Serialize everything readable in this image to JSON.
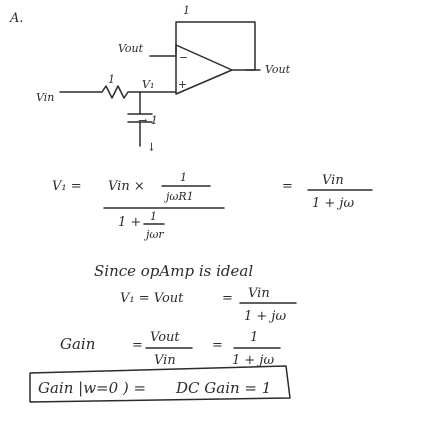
{
  "header": {
    "problem_letter": "A."
  },
  "circuit": {
    "top_number": "1",
    "label_vout_left": "Vout",
    "label_vout_right": "Vout",
    "label_one": "1",
    "label_v1": "V₁",
    "label_vin": "Vin",
    "label_cap": "→ 1",
    "label_ground": "→",
    "minus_sign": "−",
    "plus_sign": "+",
    "colors": {
      "ink": "#2d2a30",
      "accent": "#e53935"
    }
  },
  "derivation": {
    "l1_lhs": "V₁ =",
    "l1_vin_x": "Vin ×",
    "l1_num": "1",
    "l1_den": "jωR1",
    "l1_cont_a": "1 +",
    "l1_cont_num": "1",
    "l1_cont_den": "jωr",
    "l1_eq": "=",
    "l1_rhs_num": "Vin",
    "l1_rhs_den": "1 + jω",
    "l2_text": "Since  opAmp  is  ideal",
    "l3_lhs": "V₁ = Vout",
    "l3_eq": "=",
    "l3_num": "Vin",
    "l3_den": "1 + jω",
    "l4_gain": "Gain",
    "l4_eq1": "=",
    "l4_frac1_num": "Vout",
    "l4_frac1_den": "Vin",
    "l4_eq2": "=",
    "l4_frac2_num": "1",
    "l4_frac2_den": "1 + jω",
    "l5_text": "Gain |w=0 ) =",
    "l5_dc": "DC Gain = 1"
  }
}
